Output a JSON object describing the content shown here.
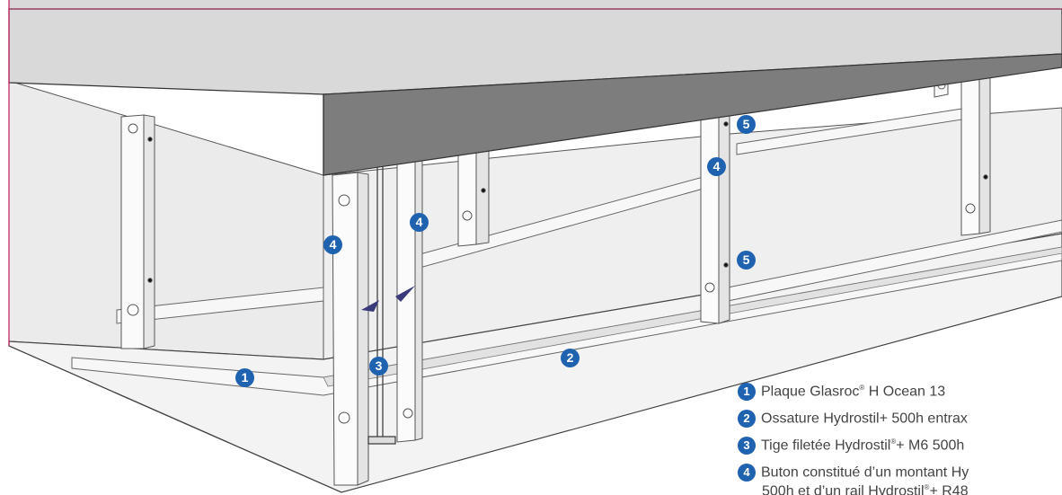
{
  "callouts": {
    "c1": "1",
    "c2": "2",
    "c3": "3",
    "c4a": "4",
    "c4b": "4",
    "c4c": "4",
    "c5a": "5",
    "c5b": "5"
  },
  "legend": [
    {
      "num": "1",
      "pre": "Plaque Glasroc",
      "sup": "®",
      "post": " H Ocean 13"
    },
    {
      "num": "2",
      "pre": "Ossature Hydrostil",
      "sup": "",
      "post": "+ 500h entrax"
    },
    {
      "num": "3",
      "pre": "Tige filetée Hydrostil",
      "sup": "®",
      "post": "+ M6 500h"
    },
    {
      "num": "4",
      "pre": "Buton constitué d’un montant Hy",
      "sup": "",
      "post": ""
    },
    {
      "num": "",
      "pre": "500h et d’un rail Hydrostil",
      "sup": "®",
      "post": "+ R48"
    }
  ],
  "colors": {
    "badge": "#1f63b0",
    "slab_top": "#d9d9d9",
    "slab_front": "#7d7d7d",
    "panel": "#ececec",
    "border_pink": "#c2185b",
    "arrow": "#3a3a7a"
  }
}
